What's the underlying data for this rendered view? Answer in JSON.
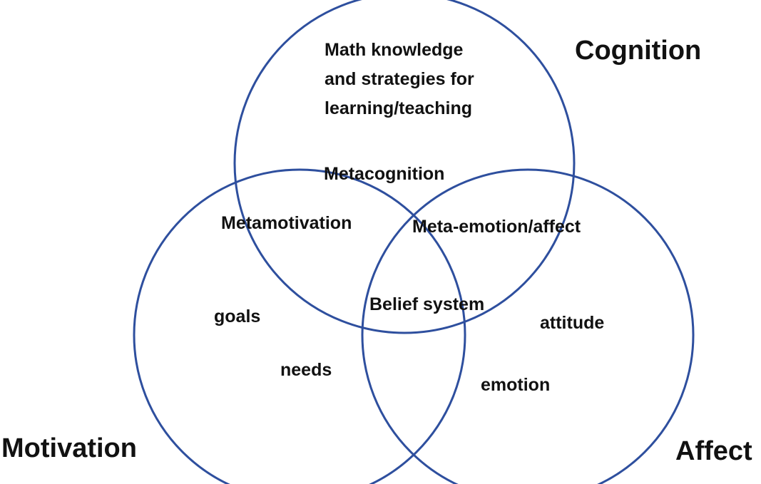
{
  "diagram": {
    "circle_color": "#2E4F9E",
    "text_color": "#111111",
    "circles": {
      "cognition": "Cognition",
      "motivation": "Motivation",
      "affect": "Affect"
    },
    "cognition_content": {
      "math_lines": [
        "Math knowledge",
        "and strategies for",
        "learning/teaching"
      ],
      "metacognition": "Metacognition"
    },
    "overlaps": {
      "cognition_motivation": "Metamotivation",
      "cognition_affect": "Meta-emotion/affect",
      "center": "Belief system"
    },
    "motivation_content": {
      "goals": "goals",
      "needs": "needs"
    },
    "affect_content": {
      "attitude": "attitude",
      "emotion": "emotion"
    }
  }
}
